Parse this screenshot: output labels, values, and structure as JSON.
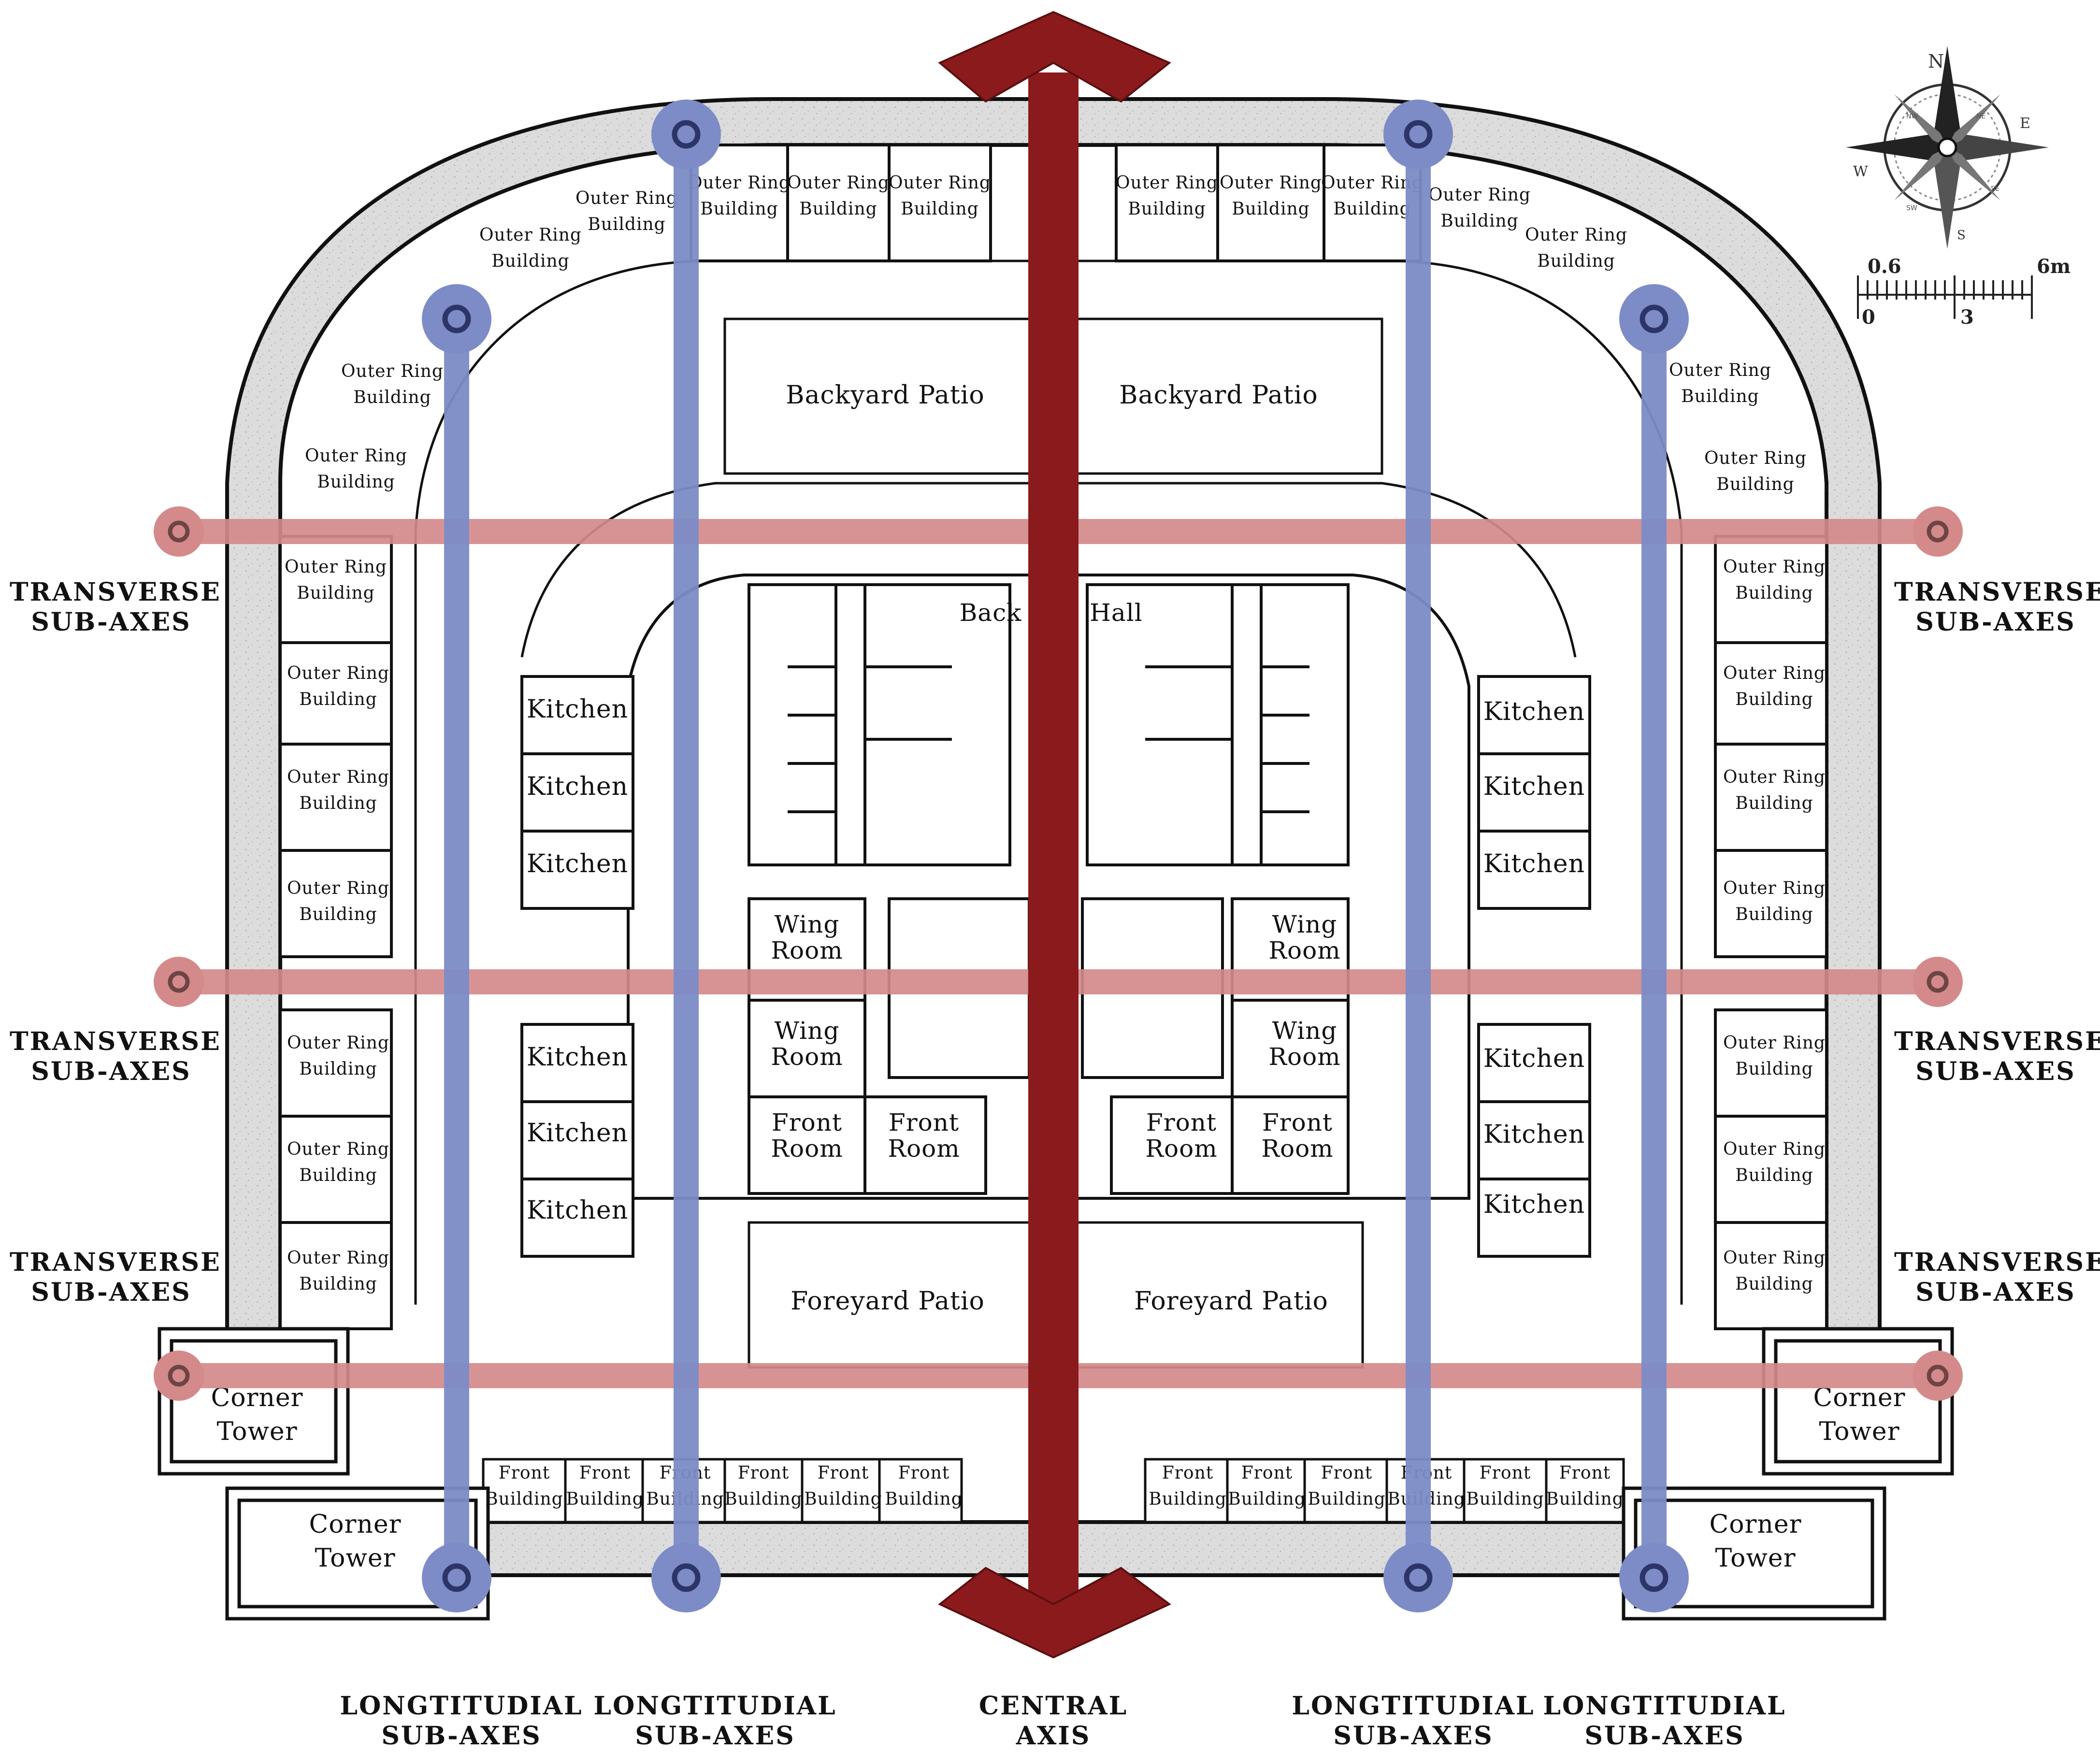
{
  "labels": {
    "outer_ring": [
      "Outer Ring",
      "Building"
    ],
    "front_building": [
      "Front",
      "Building"
    ],
    "kitchen": "Kitchen",
    "wing_room": [
      "Wing",
      "Room"
    ],
    "front_room": [
      "Front",
      "Room"
    ],
    "corner_tower": [
      "Corner",
      "Tower"
    ],
    "backyard_patio": "Backyard Patio",
    "foreyard_patio": "Foreyard Patio",
    "back_hall": [
      "Back",
      "Hall"
    ]
  },
  "axis_labels": {
    "transverse": [
      "TRANSVERSE",
      "SUB-AXES"
    ],
    "longitudinal": [
      "LONGTITUDIAL",
      "SUB-AXES"
    ],
    "central": [
      "CENTRAL",
      "AXIS"
    ]
  },
  "compass": {
    "n": "N",
    "e": "E",
    "s": "S",
    "w": "W",
    "ne": "NE",
    "nw": "NW",
    "se": "SE",
    "sw": "SW"
  },
  "scale_bar": {
    "top_values": [
      "0.6",
      "6m"
    ],
    "bottom_values": [
      "0",
      "3"
    ]
  },
  "colors": {
    "central_axis": "#8b1a1c",
    "longitudinal": "#7d8cc7",
    "transverse": "#d48a8a",
    "wall_fill": "#dcdcdc",
    "line": "#111111"
  }
}
